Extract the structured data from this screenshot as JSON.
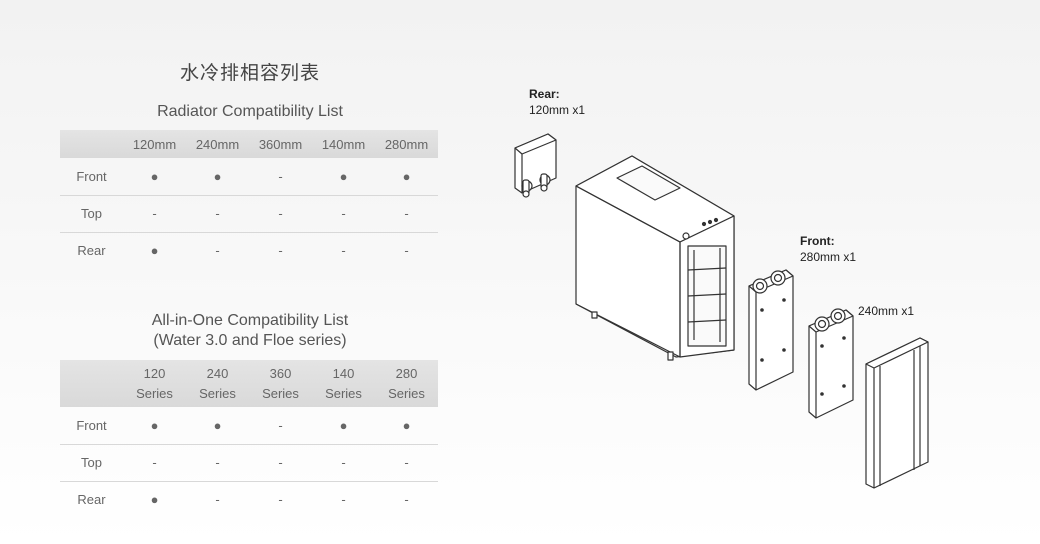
{
  "title_cn": "水冷排相容列表",
  "radiator": {
    "title": "Radiator Compatibility List",
    "headers": [
      "",
      "120mm",
      "240mm",
      "360mm",
      "140mm",
      "280mm"
    ],
    "rows": [
      {
        "label": "Front",
        "cells": [
          "●",
          "●",
          "-",
          "●",
          "●"
        ]
      },
      {
        "label": "Top",
        "cells": [
          "-",
          "-",
          "-",
          "-",
          "-"
        ]
      },
      {
        "label": "Rear",
        "cells": [
          "●",
          "-",
          "-",
          "-",
          "-"
        ]
      }
    ]
  },
  "aio": {
    "title_line1": "All-in-One Compatibility List",
    "title_line2": "(Water 3.0 and Floe series)",
    "headers": [
      {
        "top": "",
        "bottom": ""
      },
      {
        "top": "120",
        "bottom": "Series"
      },
      {
        "top": "240",
        "bottom": "Series"
      },
      {
        "top": "360",
        "bottom": "Series"
      },
      {
        "top": "140",
        "bottom": "Series"
      },
      {
        "top": "280",
        "bottom": "Series"
      }
    ],
    "rows": [
      {
        "label": "Front",
        "cells": [
          "●",
          "●",
          "-",
          "●",
          "●"
        ]
      },
      {
        "label": "Top",
        "cells": [
          "-",
          "-",
          "-",
          "-",
          "-"
        ]
      },
      {
        "label": "Rear",
        "cells": [
          "●",
          "-",
          "-",
          "-",
          "-"
        ]
      }
    ]
  },
  "callouts": {
    "rear_label": "Rear:",
    "rear_value": "120mm x1",
    "front_label": "Front:",
    "front_value": "280mm x1",
    "front2_value": "240mm x1"
  }
}
